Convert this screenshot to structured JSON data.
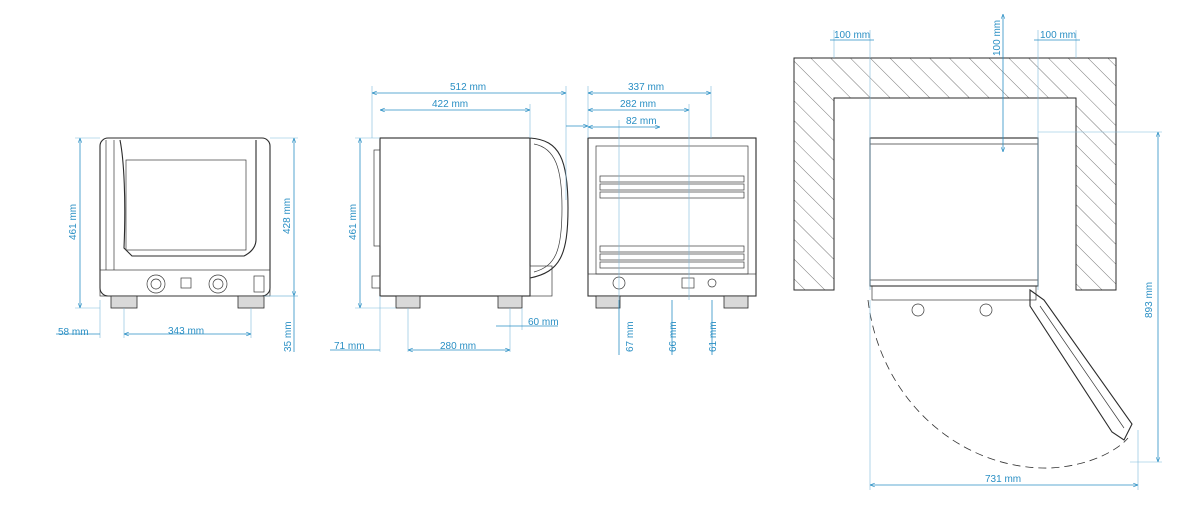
{
  "colors": {
    "dimension": "#2a8fc4",
    "outline": "#2b2b2b"
  },
  "front_view": {
    "height_label": "461 mm",
    "inner_height_label": "428 mm",
    "left_offset_label": "58 mm",
    "feet_spacing_label": "343 mm",
    "feet_height_label": "35 mm"
  },
  "side_view": {
    "total_depth_label": "512 mm",
    "body_depth_label": "422 mm",
    "height_label": "461 mm",
    "front_offset_label": "71 mm",
    "feet_spacing_label": "280 mm",
    "rear_offset_label": "60 mm"
  },
  "rear_view": {
    "width_label": "337 mm",
    "width2_label": "282 mm",
    "width3_label": "82 mm",
    "conn1_label": "67 mm",
    "conn2_label": "66 mm",
    "conn3_label": "61 mm"
  },
  "top_view": {
    "clear_left_label": "100 mm",
    "clear_rear_label": "100 mm",
    "clear_right_label": "100 mm",
    "depth_open_label": "893 mm",
    "width_open_label": "731 mm"
  }
}
